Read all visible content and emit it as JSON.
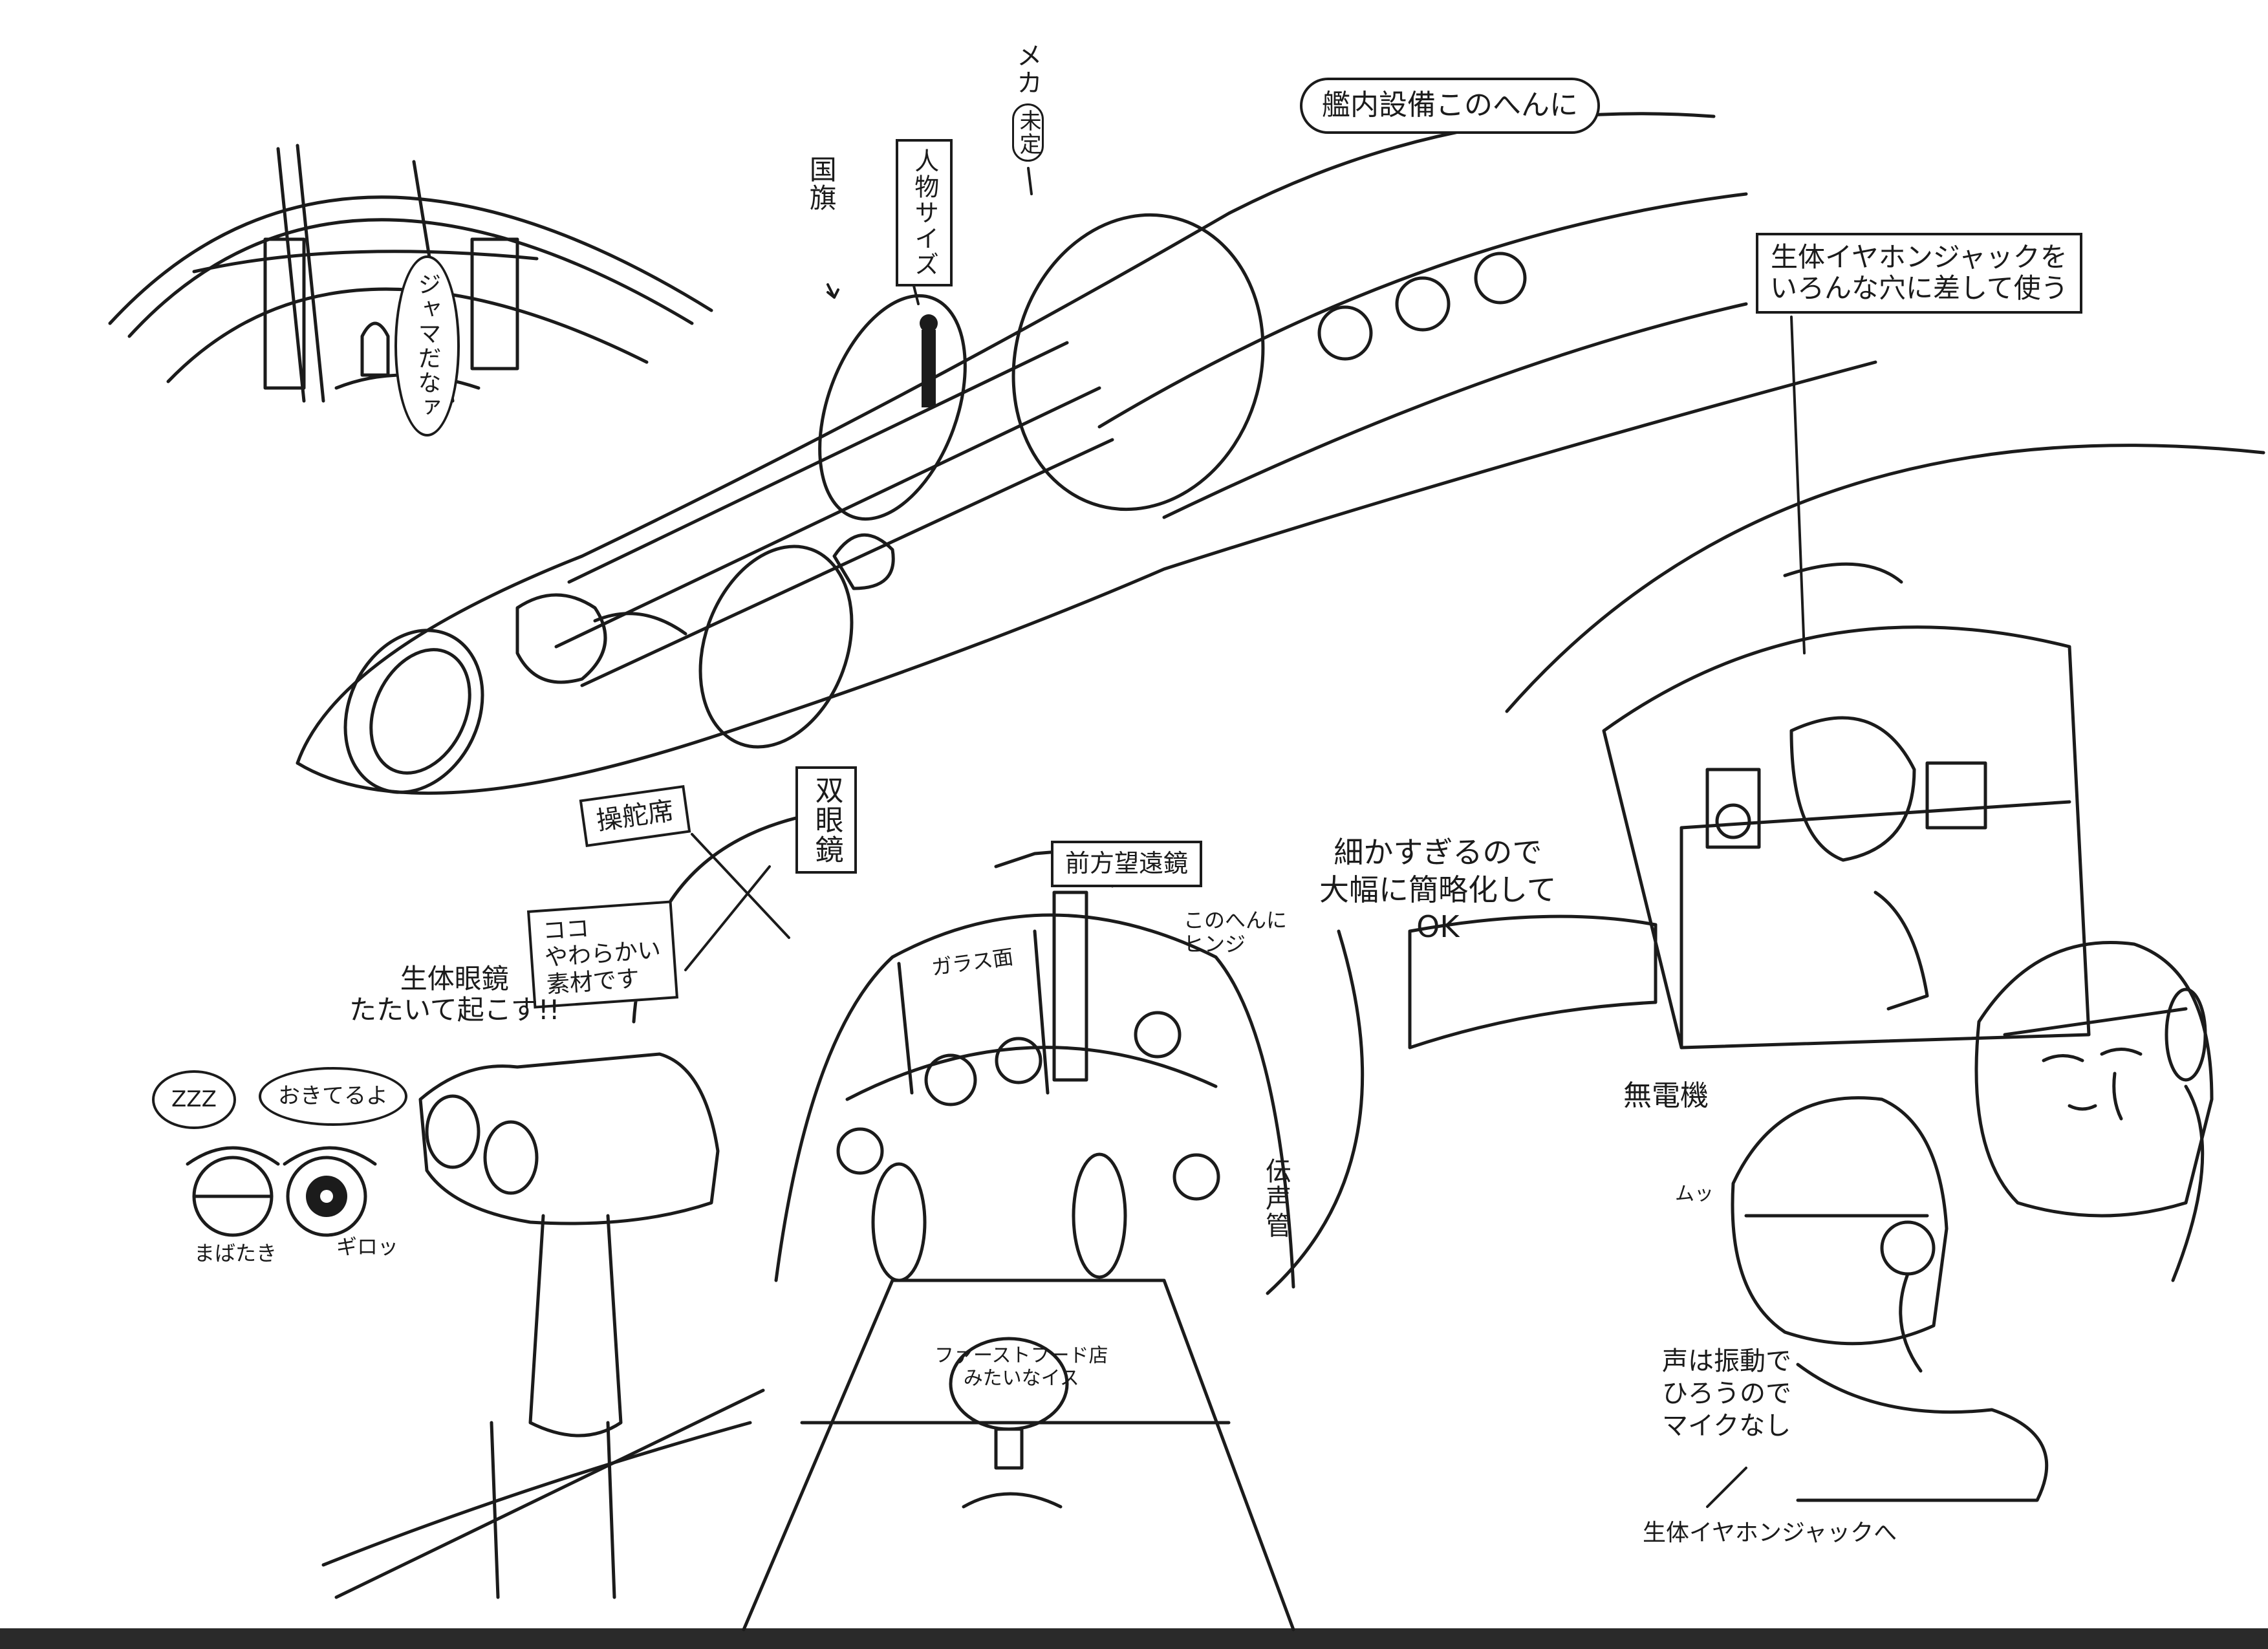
{
  "palette": {
    "ink": "#1b1b1b",
    "paper": "#ffffff",
    "shade": "#bdbdbd",
    "edge_band": "#2a2a2a"
  },
  "labels": {
    "interior_equipment": "艦内設備このへんに",
    "mecha": "メカ",
    "mecha_note": "未定",
    "flag": "国旗",
    "person_size": "人物サイズ",
    "jama_speech": "ジャマだなァ",
    "bio_earphone_jack": "生体イヤホンジャックを\nいろんな穴に差して使う",
    "helm_seat": "操舵席",
    "binoculars": "双眼鏡",
    "forward_scope": "前方望遠鏡",
    "hinge_here": "このへんに\nヒンジ",
    "glass_panel": "ガラス面",
    "simplify_note": "細かすぎるので\n大幅に簡略化して\nOK",
    "squishy": "ココ\nやわらかい\n素材です",
    "bio_binoculars": "生体眼鏡\nたたいて起こす!!",
    "zzz": "ZZZ",
    "awake": "おきてるよ",
    "blink": "まばたき",
    "glare": "ギロッ",
    "voice_tube": "伝声管",
    "radio": "無電機",
    "mutt": "ムッ",
    "fastfood_chair": "ファーストフード店\nみたいなイス",
    "voice_vibration": "声は振動で\nひろうので\nマイクなし",
    "to_jack": "生体イヤホンジャックへ"
  },
  "icons": {
    "airship": "airship-cutaway-icon",
    "dome": "hangar-dome-icon",
    "cockpit": "cockpit-console-icon",
    "binoculars": "bio-binoculars-icon",
    "eye_closed": "closed-eye-icon",
    "eye_open": "open-eye-icon",
    "radio_station": "radio-operator-icon",
    "girl_a": "girl-with-headset-icon",
    "girl_b": "crying-girl-icon",
    "chair": "stool-icon"
  }
}
